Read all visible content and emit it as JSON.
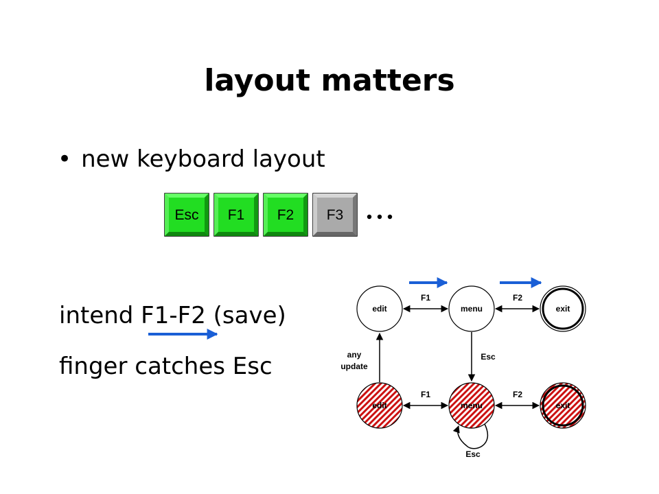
{
  "title": "layout matters",
  "bullet": "new keyboard layout",
  "keys": [
    {
      "label": "Esc",
      "color": "#22dd22"
    },
    {
      "label": "F1",
      "color": "#22dd22"
    },
    {
      "label": "F2",
      "color": "#22dd22"
    },
    {
      "label": "F3",
      "color": "#aaaaaa"
    }
  ],
  "ellipsis": "...",
  "intend_text": "intend F1-F2 (save)",
  "finger_text": "finger catches Esc",
  "diagram": {
    "top_nodes": [
      "edit",
      "menu",
      "exit"
    ],
    "bottom_nodes": [
      "edit",
      "menu",
      "exit"
    ],
    "top_edge_labels": [
      "F1",
      "F2"
    ],
    "bottom_edge_labels": [
      "F1",
      "F2"
    ],
    "left_vertical_label": [
      "any",
      "update"
    ],
    "middle_vertical_label": "Esc",
    "loop_label": "Esc",
    "arrow_color": "#1a5fd6",
    "hatch_color": "#cc1111"
  }
}
